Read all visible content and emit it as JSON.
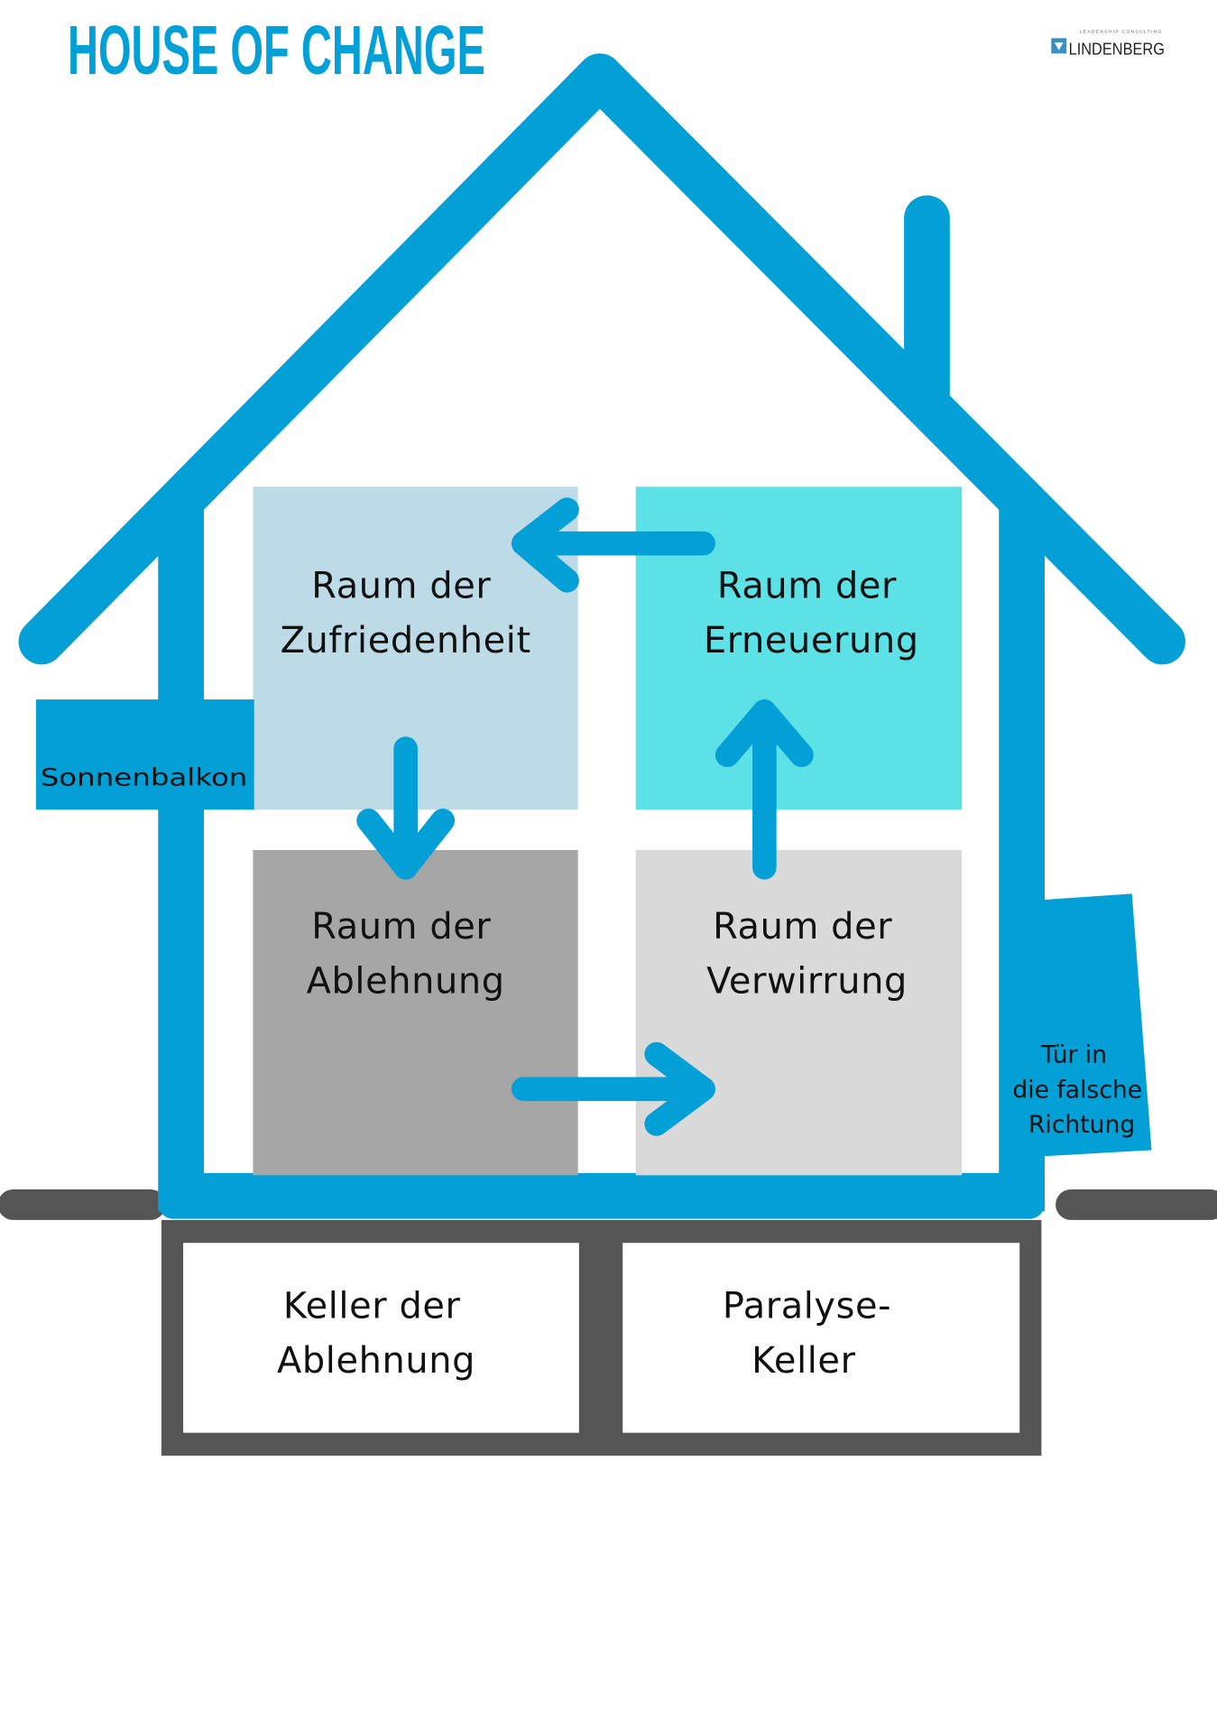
{
  "title": "HOUSE OF CHANGE",
  "logo": {
    "tagline": "LEADERSHIP CONSULTING",
    "name": "LINDENBERG"
  },
  "colors": {
    "house": "#039fd7",
    "ground": "#555555",
    "room_satisfaction": "#bddbe6",
    "room_renewal": "#5ce1e6",
    "room_denial": "#a6a6a6",
    "room_confusion": "#d9d9d9"
  },
  "balcony": {
    "label": "Sonnenbalkon"
  },
  "rooms": {
    "satisfaction": {
      "line1": "Raum der",
      "line2": "Zufriedenheit"
    },
    "renewal": {
      "line1": "Raum der",
      "line2": "Erneuerung"
    },
    "denial": {
      "line1": "Raum der",
      "line2": "Ablehnung"
    },
    "confusion": {
      "line1": "Raum der",
      "line2": "Verwirrung"
    }
  },
  "door": {
    "line1": "Tür in",
    "line2": "die falsche",
    "line3": "Richtung"
  },
  "basement": {
    "left": {
      "line1": "Keller der",
      "line2": "Ablehnung"
    },
    "right": {
      "line1": "Paralyse-",
      "line2": "Keller"
    }
  }
}
